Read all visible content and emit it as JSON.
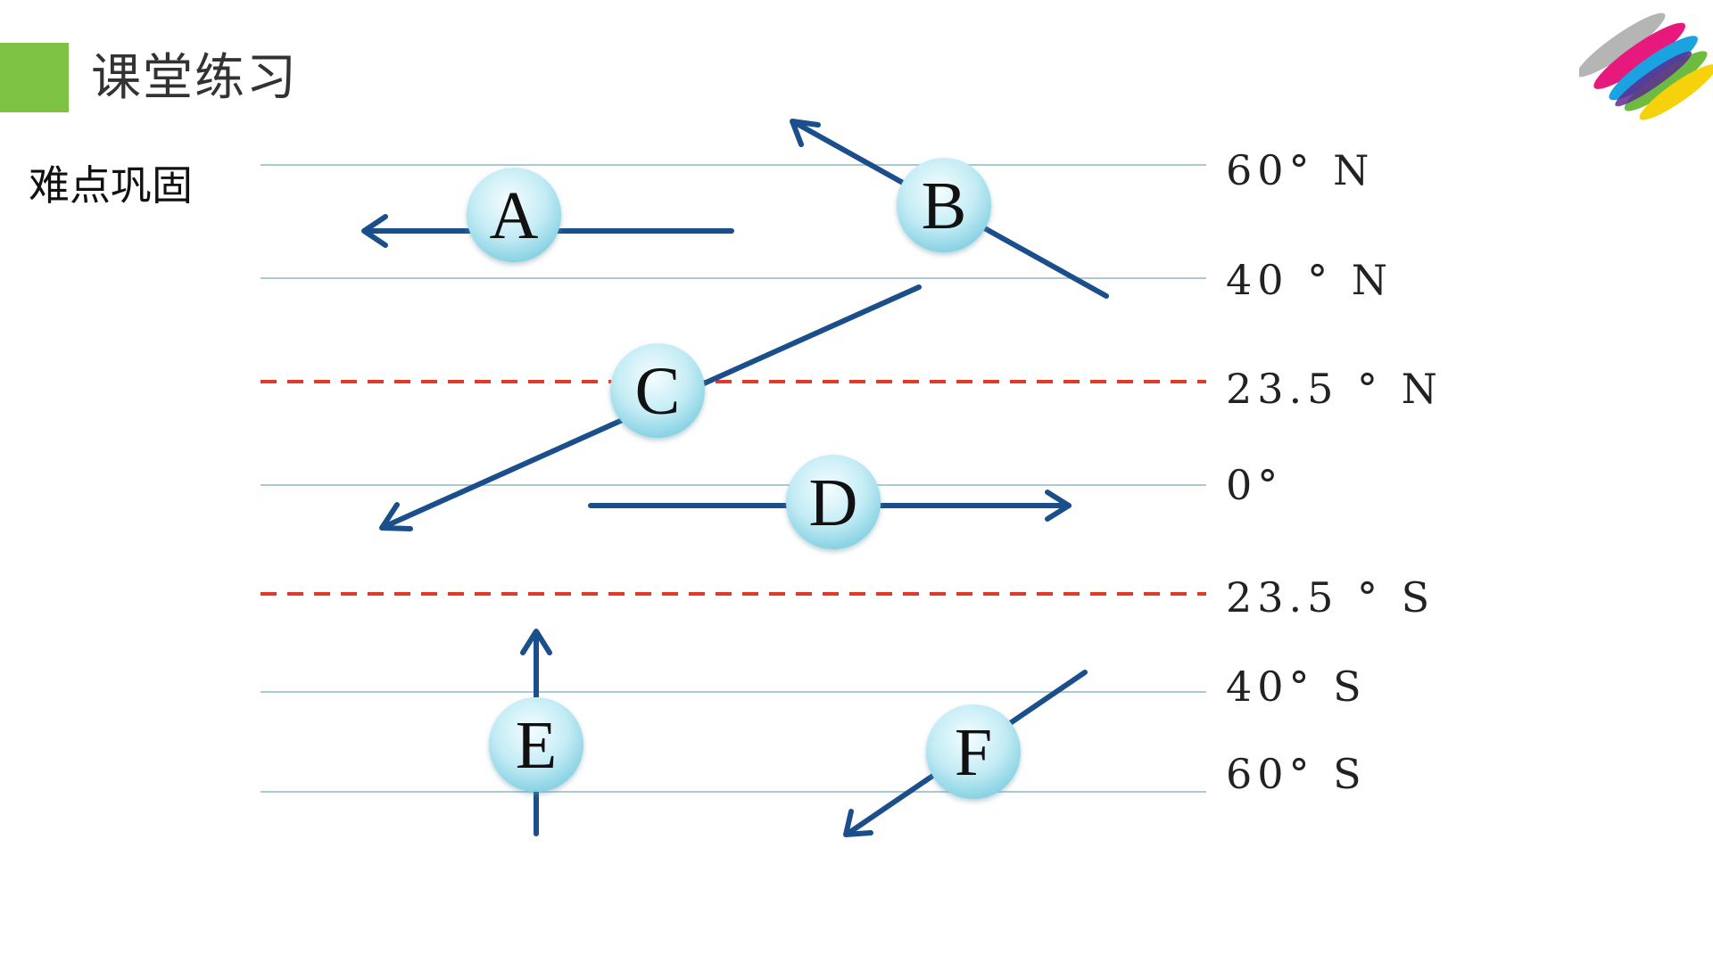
{
  "header": {
    "title": "课堂练习",
    "accent_color": "#7dc243"
  },
  "section": {
    "title": "难点巩固"
  },
  "logo": {
    "icon": "colorful-brush-strokes-logo"
  },
  "diagram": {
    "line_color": "#aac9d4",
    "tropic_color": "#e03a2a",
    "arrow_color": "#1a4f8c",
    "latitudes": [
      {
        "label": "60° N",
        "style": "solid"
      },
      {
        "label": "40 ° N",
        "style": "solid"
      },
      {
        "label": "23.5 ° N",
        "style": "dashed"
      },
      {
        "label": "0°",
        "style": "solid"
      },
      {
        "label": "23.5 ° S",
        "style": "dashed"
      },
      {
        "label": "40° S",
        "style": "solid"
      },
      {
        "label": "60° S",
        "style": "solid"
      }
    ],
    "winds": [
      {
        "letter": "A",
        "direction": "west"
      },
      {
        "letter": "B",
        "direction": "northwest"
      },
      {
        "letter": "C",
        "direction": "southwest"
      },
      {
        "letter": "D",
        "direction": "east"
      },
      {
        "letter": "E",
        "direction": "north"
      },
      {
        "letter": "F",
        "direction": "southwest"
      }
    ]
  }
}
